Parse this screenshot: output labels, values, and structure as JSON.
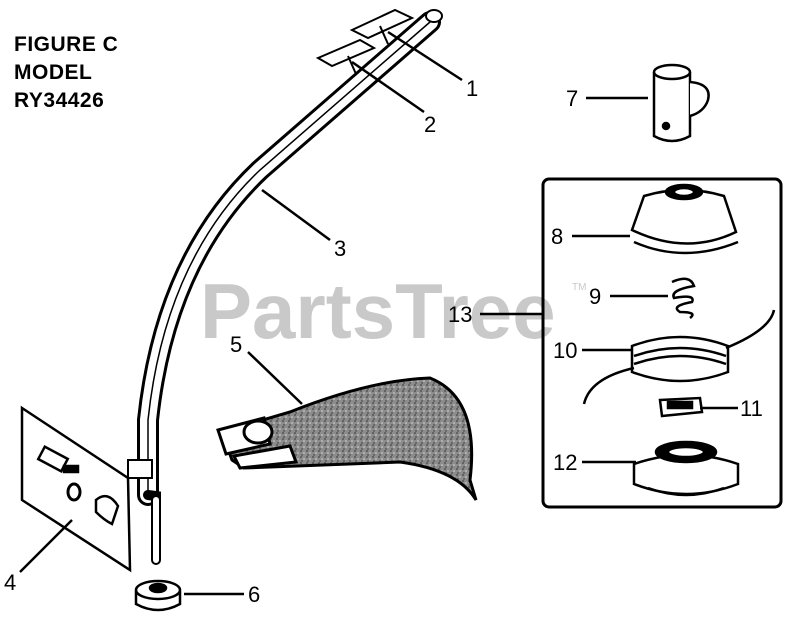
{
  "figure": {
    "title_line1": "FIGURE C",
    "title_line2": "MODEL",
    "title_line3": "RY34426"
  },
  "watermark": {
    "text": "PartsTree",
    "trademark": "TM"
  },
  "callouts": {
    "c1": "1",
    "c2": "2",
    "c3": "3",
    "c4": "4",
    "c5": "5",
    "c6": "6",
    "c7": "7",
    "c8": "8",
    "c9": "9",
    "c10": "10",
    "c11": "11",
    "c12": "12",
    "c13": "13"
  }
}
